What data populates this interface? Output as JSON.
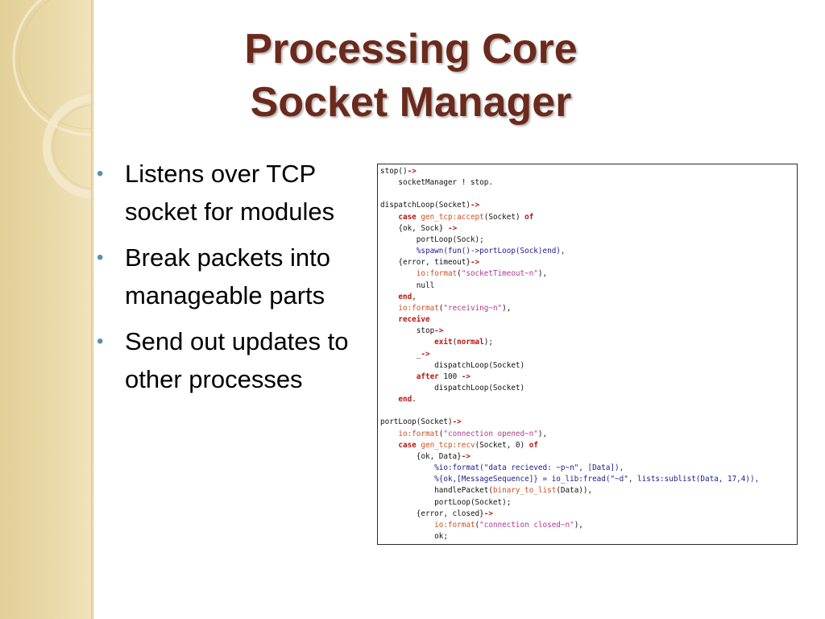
{
  "slide": {
    "title_lines": [
      "Processing Core",
      "Socket Manager"
    ],
    "bullets": [
      "Listens over TCP socket for modules",
      "Break packets into manageable parts",
      "Send out updates to other processes"
    ]
  },
  "code_image": {
    "lines": [
      [
        {
          "t": "stop()",
          "c": "plain"
        },
        {
          "t": "->",
          "c": "kw"
        }
      ],
      [
        {
          "t": "    socketManager ",
          "c": "plain"
        },
        {
          "t": "!",
          "c": "kw"
        },
        {
          "t": " stop.",
          "c": "plain"
        }
      ],
      [
        {
          "t": "",
          "c": "plain"
        }
      ],
      [
        {
          "t": "dispatchLoop(Socket)",
          "c": "plain"
        },
        {
          "t": "->",
          "c": "kw"
        }
      ],
      [
        {
          "t": "    ",
          "c": "plain"
        },
        {
          "t": "case",
          "c": "kw"
        },
        {
          "t": " ",
          "c": "plain"
        },
        {
          "t": "gen_tcp:accept",
          "c": "fn"
        },
        {
          "t": "(Socket) ",
          "c": "plain"
        },
        {
          "t": "of",
          "c": "kw"
        }
      ],
      [
        {
          "t": "    {ok, Sock} ",
          "c": "plain"
        },
        {
          "t": "->",
          "c": "kw"
        }
      ],
      [
        {
          "t": "        portLoop(Sock);",
          "c": "plain"
        }
      ],
      [
        {
          "t": "        %spawn(fun()->portLoop(Sock)end),",
          "c": "call"
        }
      ],
      [
        {
          "t": "    {error, timeout}",
          "c": "plain"
        },
        {
          "t": "->",
          "c": "kw"
        }
      ],
      [
        {
          "t": "        ",
          "c": "plain"
        },
        {
          "t": "io:format",
          "c": "fn"
        },
        {
          "t": "(",
          "c": "plain"
        },
        {
          "t": "\"socketTimeout~n\"",
          "c": "str"
        },
        {
          "t": "),",
          "c": "plain"
        }
      ],
      [
        {
          "t": "        null",
          "c": "plain"
        }
      ],
      [
        {
          "t": "    ",
          "c": "plain"
        },
        {
          "t": "end",
          "c": "kw"
        },
        {
          "t": ",",
          "c": "plain"
        }
      ],
      [
        {
          "t": "    ",
          "c": "plain"
        },
        {
          "t": "io:format",
          "c": "fn"
        },
        {
          "t": "(",
          "c": "plain"
        },
        {
          "t": "\"receiving~n\"",
          "c": "str"
        },
        {
          "t": "),",
          "c": "plain"
        }
      ],
      [
        {
          "t": "    ",
          "c": "plain"
        },
        {
          "t": "receive",
          "c": "kw"
        }
      ],
      [
        {
          "t": "        stop",
          "c": "plain"
        },
        {
          "t": "->",
          "c": "kw"
        }
      ],
      [
        {
          "t": "            ",
          "c": "plain"
        },
        {
          "t": "exit",
          "c": "kw"
        },
        {
          "t": "(",
          "c": "plain"
        },
        {
          "t": "normal",
          "c": "kw"
        },
        {
          "t": ");",
          "c": "plain"
        }
      ],
      [
        {
          "t": "        _",
          "c": "plain"
        },
        {
          "t": "->",
          "c": "kw"
        }
      ],
      [
        {
          "t": "            dispatchLoop(Socket)",
          "c": "plain"
        }
      ],
      [
        {
          "t": "        ",
          "c": "plain"
        },
        {
          "t": "after",
          "c": "kw"
        },
        {
          "t": " 100 ",
          "c": "plain"
        },
        {
          "t": "->",
          "c": "kw"
        }
      ],
      [
        {
          "t": "            dispatchLoop(Socket)",
          "c": "plain"
        }
      ],
      [
        {
          "t": "    ",
          "c": "plain"
        },
        {
          "t": "end",
          "c": "kw"
        },
        {
          "t": ".",
          "c": "plain"
        }
      ],
      [
        {
          "t": "",
          "c": "plain"
        }
      ],
      [
        {
          "t": "portLoop(Socket)",
          "c": "plain"
        },
        {
          "t": "->",
          "c": "kw"
        }
      ],
      [
        {
          "t": "    ",
          "c": "plain"
        },
        {
          "t": "io:format",
          "c": "fn"
        },
        {
          "t": "(",
          "c": "plain"
        },
        {
          "t": "\"connection opened~n\"",
          "c": "str"
        },
        {
          "t": "),",
          "c": "plain"
        }
      ],
      [
        {
          "t": "    ",
          "c": "plain"
        },
        {
          "t": "case",
          "c": "kw"
        },
        {
          "t": " ",
          "c": "plain"
        },
        {
          "t": "gen_tcp:recv",
          "c": "fn"
        },
        {
          "t": "(Socket, 0) ",
          "c": "plain"
        },
        {
          "t": "of",
          "c": "kw"
        }
      ],
      [
        {
          "t": "        {ok, Data}",
          "c": "plain"
        },
        {
          "t": "->",
          "c": "kw"
        }
      ],
      [
        {
          "t": "            %io:format(\"data recieved: ~p~n\", [Data]),",
          "c": "call"
        }
      ],
      [
        {
          "t": "            %{ok,[MessageSequence]} = io_lib:fread(\"~d\", lists:sublist(Data, 17,4)),",
          "c": "call"
        }
      ],
      [
        {
          "t": "            handlePacket(",
          "c": "plain"
        },
        {
          "t": "binary_to_list",
          "c": "fn"
        },
        {
          "t": "(Data)),",
          "c": "plain"
        }
      ],
      [
        {
          "t": "            portLoop(Socket);",
          "c": "plain"
        }
      ],
      [
        {
          "t": "        {error, closed}",
          "c": "plain"
        },
        {
          "t": "->",
          "c": "kw"
        }
      ],
      [
        {
          "t": "            ",
          "c": "plain"
        },
        {
          "t": "io:format",
          "c": "fn"
        },
        {
          "t": "(",
          "c": "plain"
        },
        {
          "t": "\"connection closed~n\"",
          "c": "str"
        },
        {
          "t": "),",
          "c": "plain"
        }
      ],
      [
        {
          "t": "            ok;",
          "c": "plain"
        }
      ]
    ]
  },
  "colors": {
    "title": "#6b2a1c",
    "bullet": "#5b8fa8",
    "sidebar": "#e8d6a3",
    "keyword": "#b5170f",
    "function": "#d04f1f",
    "string": "#b03a8f"
  }
}
